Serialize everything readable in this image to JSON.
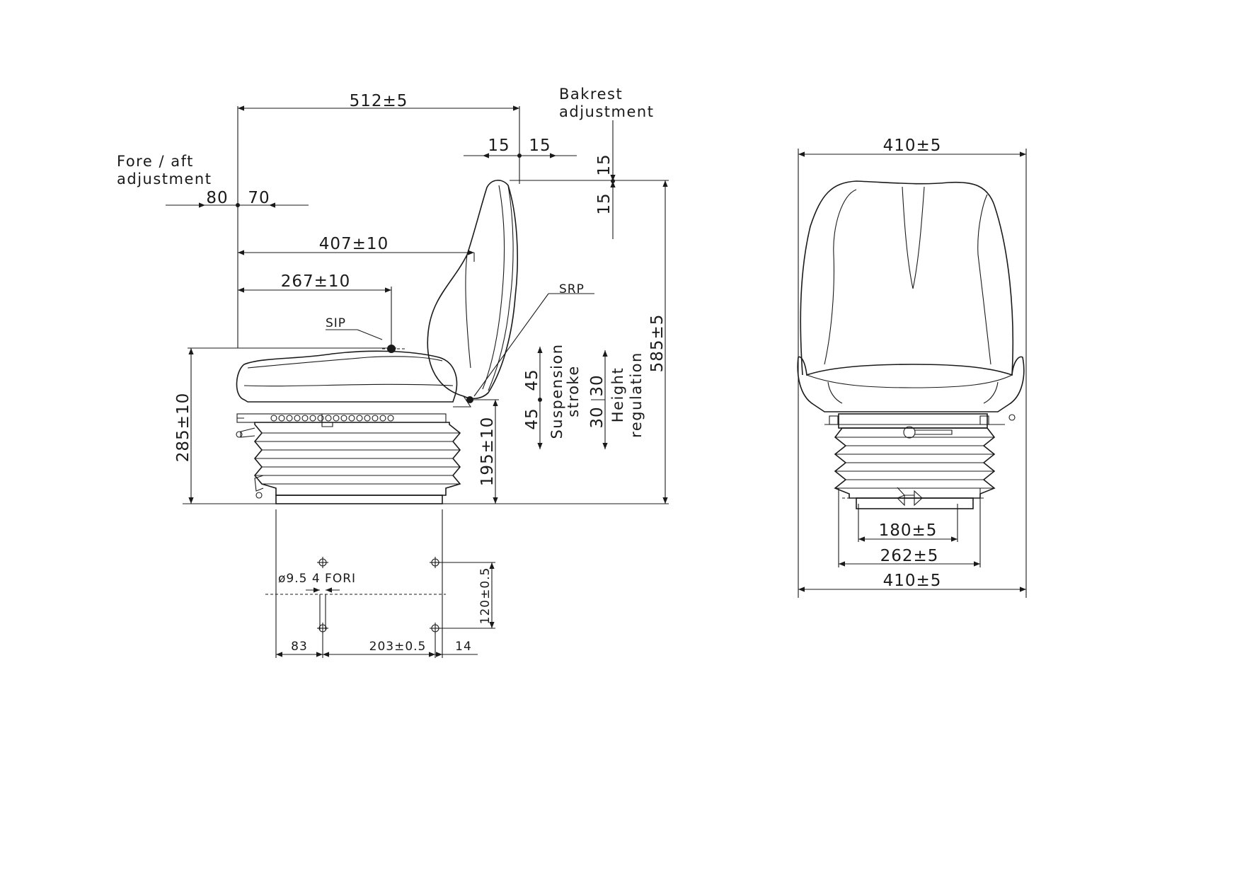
{
  "side_view": {
    "dimensions": {
      "overall_length": "512±5",
      "backrest_forward": "15",
      "backrest_back": "15",
      "fore_aft_back": "80",
      "fore_aft_forward": "70",
      "srp_distance": "407±10",
      "sip_distance": "267±10",
      "backrest_adj_up": "15",
      "backrest_adj_down": "15",
      "overall_height": "585±5",
      "seat_height": "285±10",
      "pivot_height": "195±10",
      "suspension_up": "45",
      "suspension_down": "45",
      "height_up": "30",
      "height_down": "30"
    },
    "labels": {
      "bakrest": "Bakrest",
      "adjustment": "adjustment",
      "fore_aft": "Fore / aft",
      "adjustment2": "adjustment",
      "srp": "SRP",
      "sip": "SIP",
      "suspension": "Suspension",
      "stroke": "stroke",
      "height": "Height",
      "regulation": "regulation"
    }
  },
  "mounting": {
    "hole_spec": "ø9.5  4 FORI",
    "hole_spacing_vertical": "120±0.5",
    "offset_left": "83",
    "hole_spacing_horizontal": "203±0.5",
    "offset_right": "14"
  },
  "front_view": {
    "overall_width_top": "410±5",
    "base_inner_width": "180±5",
    "base_outer_width": "262±5",
    "overall_width_bottom": "410±5"
  }
}
